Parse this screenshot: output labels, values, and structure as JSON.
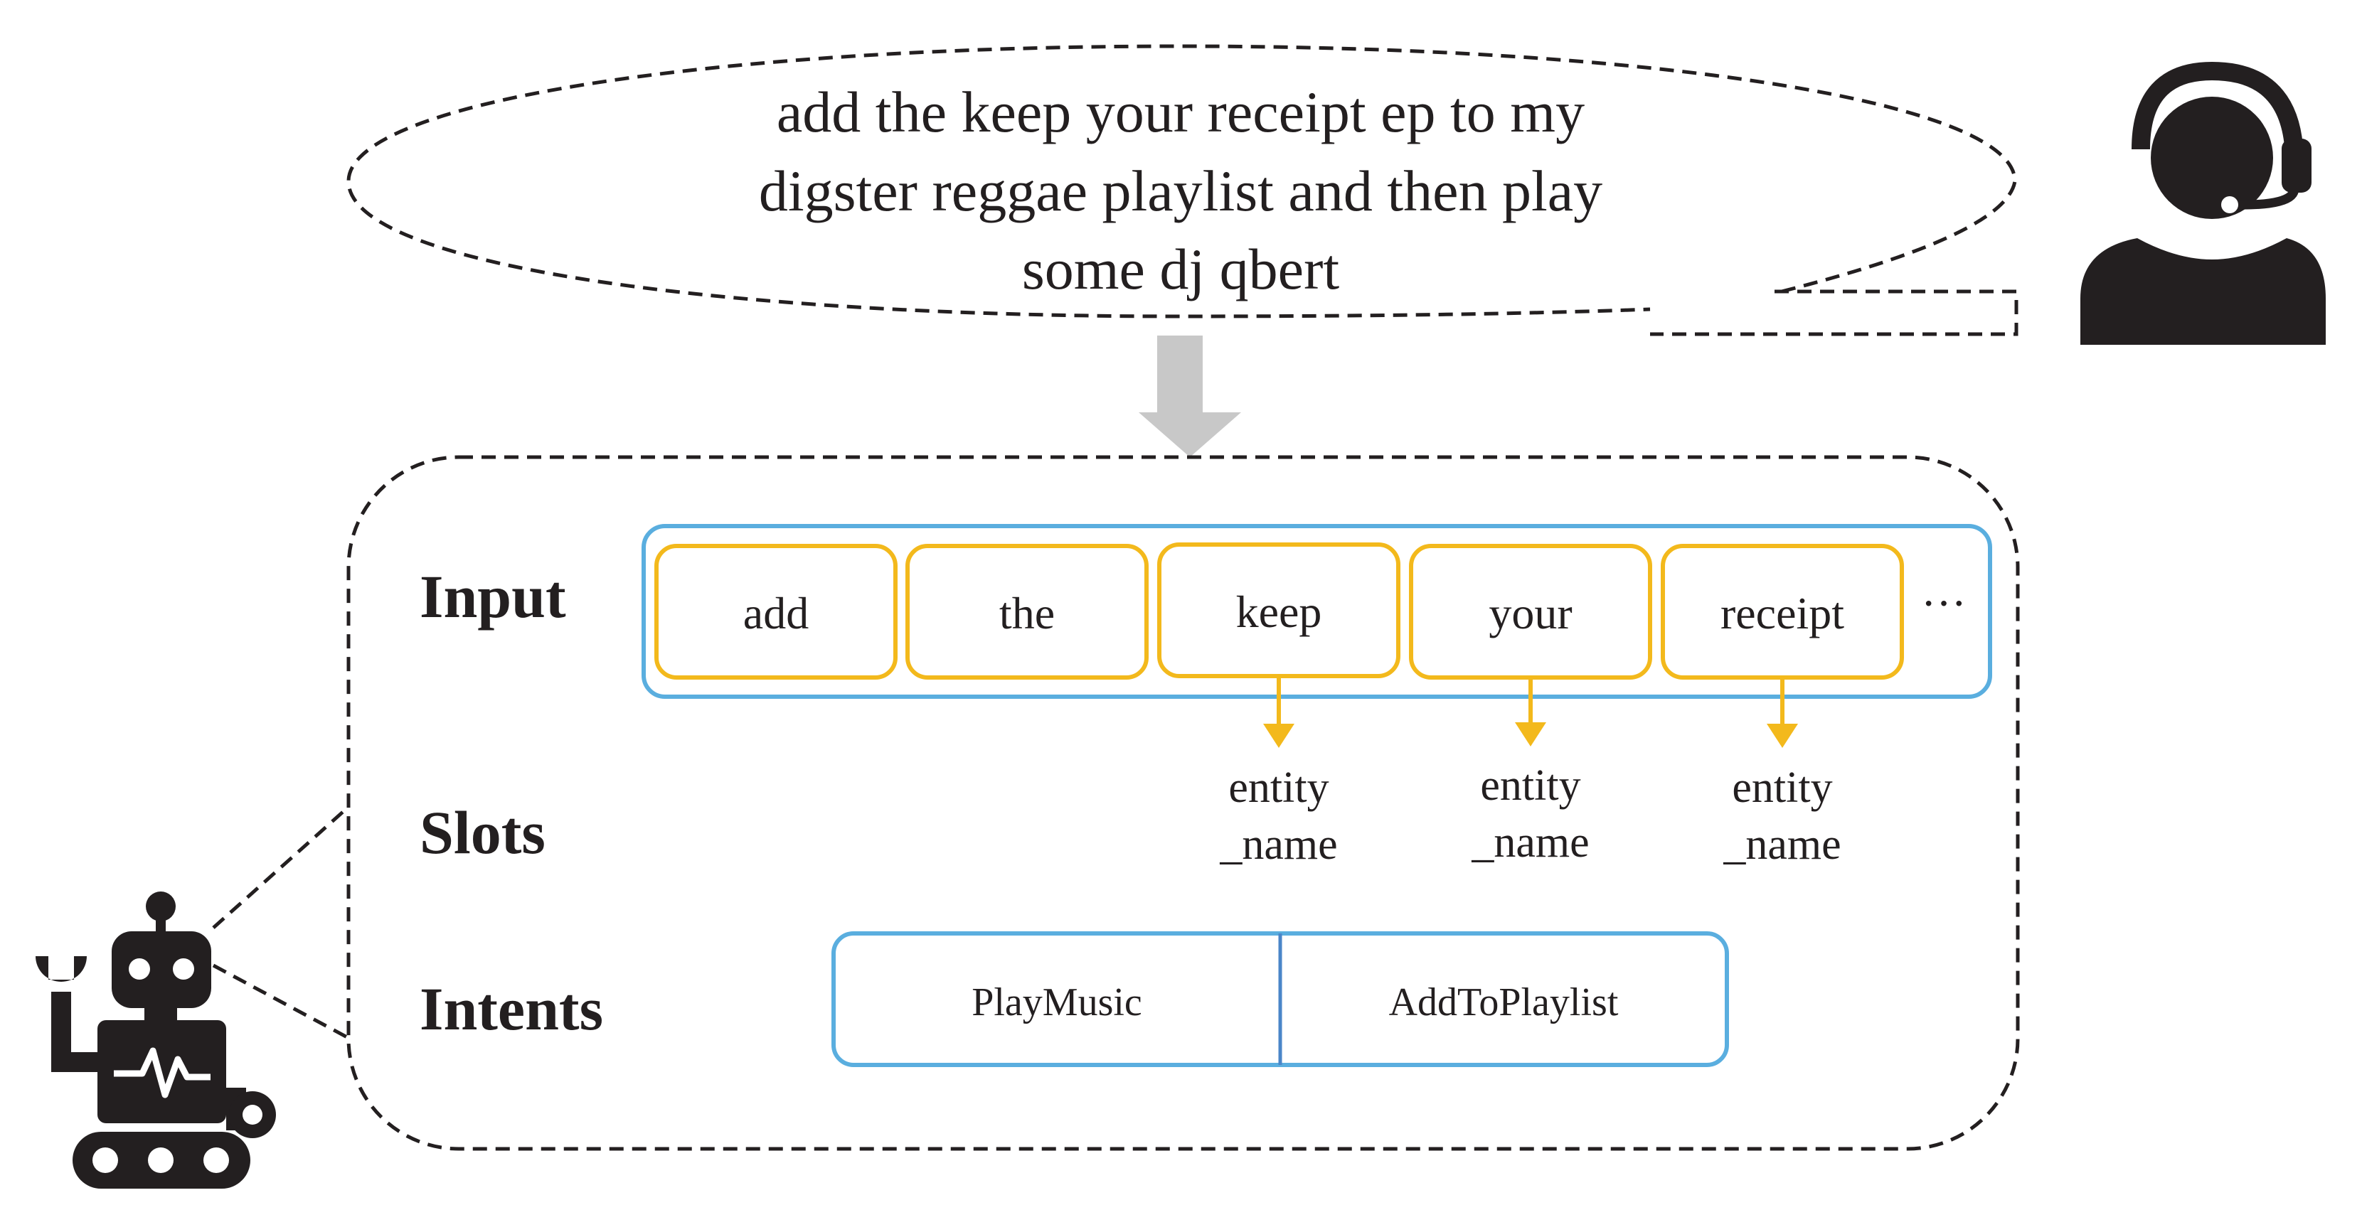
{
  "utterance": {
    "lines": [
      "add the keep your receipt ep to my",
      "digster reggae playlist and then play",
      "some dj qbert"
    ]
  },
  "rows": {
    "input_label": "Input",
    "slots_label": "Slots",
    "intents_label": "Intents"
  },
  "tokens": [
    "add",
    "the",
    "keep",
    "your",
    "receipt"
  ],
  "ellipsis": "···",
  "slots": [
    {
      "line1": "entity",
      "line2": "_name"
    },
    {
      "line1": "entity",
      "line2": "_name"
    },
    {
      "line1": "entity",
      "line2": "_name"
    }
  ],
  "intents": [
    "PlayMusic",
    "AddToPlaylist"
  ],
  "icons": {
    "user": "user-headset-icon",
    "robot": "robot-icon",
    "down_arrow": "down-arrow-icon"
  },
  "colors": {
    "token_border": "#F3B91C",
    "container_border": "#5AAEDF",
    "intent_divider": "#4A86C8",
    "arrow_gray": "#C8C8C8",
    "ink": "#231f20"
  }
}
